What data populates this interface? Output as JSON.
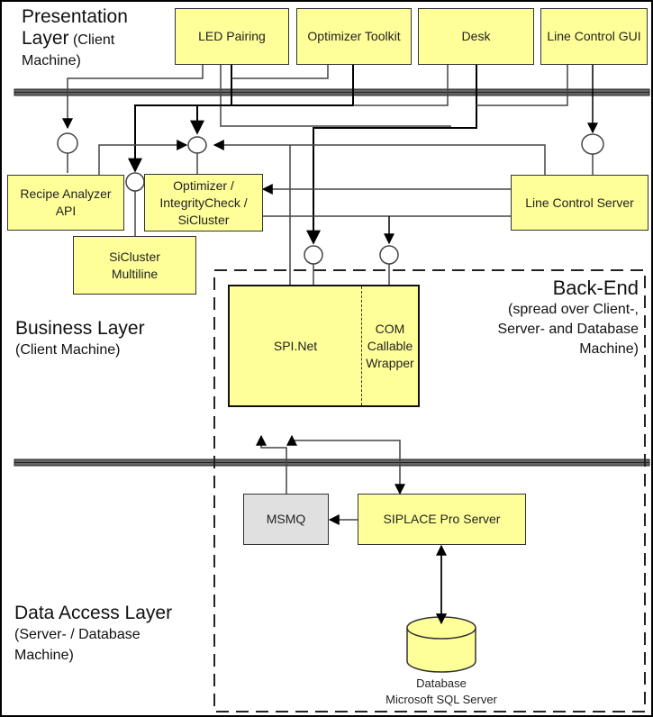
{
  "diagram": {
    "layers": {
      "presentation": {
        "title": "Presentation",
        "title2": "Layer",
        "subtitle_a": " (Client",
        "subtitle_b": "Machine)"
      },
      "business": {
        "title": "Business Layer",
        "subtitle": "(Client Machine)"
      },
      "data_access": {
        "title": "Data Access Layer",
        "subtitle_a": "(Server- / Database",
        "subtitle_b": "Machine)"
      }
    },
    "backend": {
      "title": "Back-End",
      "subtitle_lines": [
        "(spread over Client-,",
        "Server- and Database",
        "Machine)"
      ]
    },
    "components": {
      "led_pairing": "LED Pairing",
      "optimizer_toolkit": "Optimizer Toolkit",
      "desk": "Desk",
      "line_control_gui": "Line Control GUI",
      "recipe_analyzer_api": [
        "Recipe Analyzer",
        "API"
      ],
      "optimizer_integrity": [
        "Optimizer /",
        "IntegrityCheck /",
        "SiCluster"
      ],
      "sicluster_multiline": [
        "SiCluster",
        "Multiline"
      ],
      "line_control_server": "Line Control Server",
      "spi_net": "SPI.Net",
      "com_callable_wrapper": [
        "COM",
        "Callable",
        "Wrapper"
      ],
      "msmq": "MSMQ",
      "siplace_pro_server": "SIPLACE Pro Server",
      "database": [
        "Database",
        "Microsoft SQL Server"
      ]
    },
    "colors": {
      "component_fill": "#ffff99",
      "queue_fill": "#e0e0e0",
      "line": "#333333"
    }
  }
}
